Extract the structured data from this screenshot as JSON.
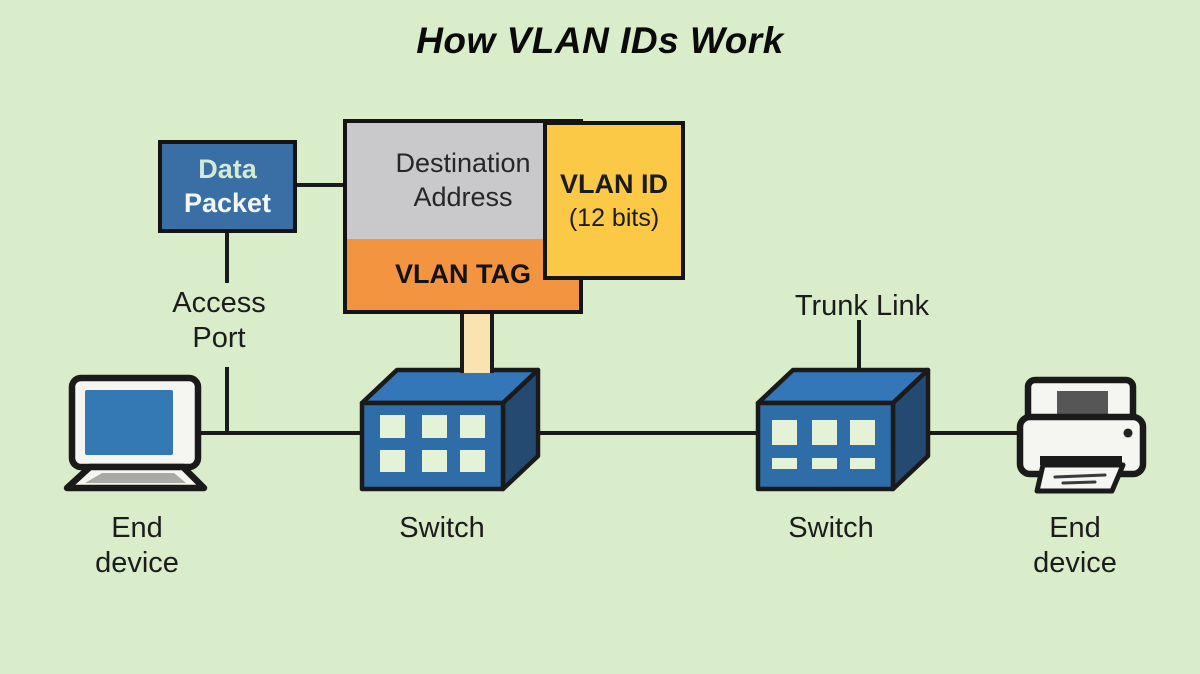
{
  "title": "How VLAN IDs Work",
  "packet": {
    "data_packet_line1": "Data",
    "data_packet_line2": "Packet",
    "destination_address": "Destination Address",
    "vlan_tag": "VLAN TAG",
    "vlan_id": "VLAN ID",
    "vlan_id_detail": "(12 bits)"
  },
  "labels": {
    "access_port": "Access Port",
    "trunk_link": "Trunk Link"
  },
  "devices": {
    "end_device_left": "End device",
    "switch_left": "Switch",
    "switch_right": "Switch",
    "end_device_right": "End device"
  },
  "colors": {
    "background": "#d9edca",
    "packet_blue": "#3a6fa5",
    "field_gray": "#c9c9cb",
    "tag_orange": "#f29440",
    "id_yellow": "#fcc946",
    "connector_tan": "#fbe3b1",
    "switch_front": "#2f6da8",
    "switch_top": "#3377b8",
    "switch_side": "#254a72",
    "port_fill": "#e4f2d7",
    "line_black": "#1a1a1a",
    "device_body": "#f5f6f2",
    "screen_blue": "#3478b4",
    "data_text": "#d3ebd4",
    "packet_text": "#f4f6f7",
    "label_text": "#1c1c1c"
  }
}
